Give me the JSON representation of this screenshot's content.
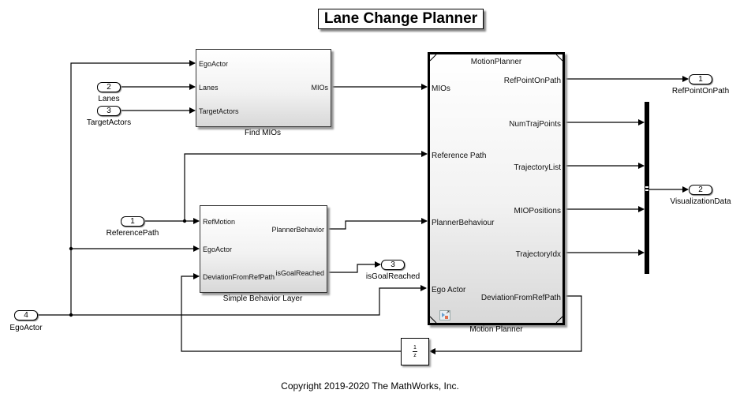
{
  "title": "Lane Change Planner",
  "copyright": "Copyright 2019-2020 The MathWorks, Inc.",
  "inports": [
    {
      "number": "1",
      "label": "ReferencePath"
    },
    {
      "number": "2",
      "label": "Lanes"
    },
    {
      "number": "3",
      "label": "TargetActors"
    },
    {
      "number": "4",
      "label": "EgoActor"
    }
  ],
  "outports": [
    {
      "number": "1",
      "label": "RefPointOnPath"
    },
    {
      "number": "2",
      "label": "VisualizationData"
    },
    {
      "number": "3",
      "label": "isGoalReached"
    }
  ],
  "blocks": {
    "find_mios": {
      "name": "Find MIOs",
      "inputs": [
        "EgoActor",
        "Lanes",
        "TargetActors"
      ],
      "outputs": [
        "MIOs"
      ]
    },
    "simple_behavior": {
      "name": "Simple Behavior Layer",
      "inputs": [
        "RefMotion",
        "EgoActor",
        "DeviationFromRefPath"
      ],
      "outputs": [
        "PlannerBehavior",
        "isGoalReached"
      ]
    },
    "motion_planner": {
      "name": "Motion Planner",
      "inner_title": "MotionPlanner",
      "inputs": [
        "MIOs",
        "Reference Path",
        "PlannerBehaviour",
        "Ego Actor"
      ],
      "outputs": [
        "RefPointOnPath",
        "NumTrajPoints",
        "TrajectoryList",
        "MIOPositions",
        "TrajectoryIdx",
        "DeviationFromRefPath"
      ]
    },
    "unit_delay": {
      "numerator": "1",
      "denominator": "z"
    }
  }
}
